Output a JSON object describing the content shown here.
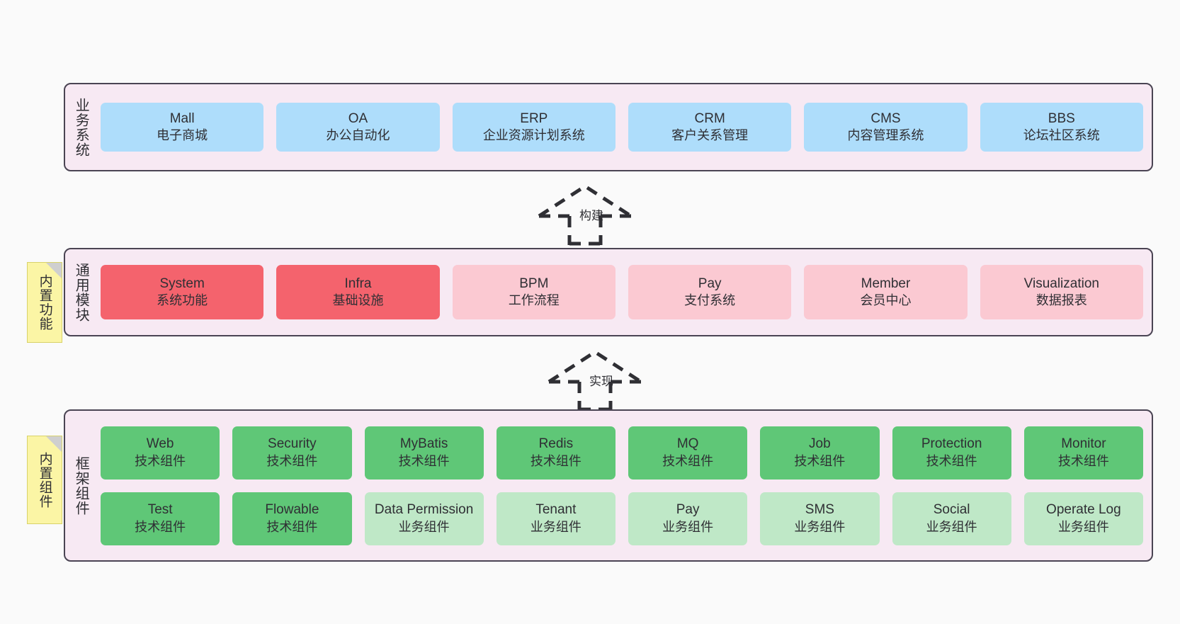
{
  "layers": [
    {
      "id": "business",
      "title": "业务系统",
      "rows": [
        [
          {
            "en": "Mall",
            "cn": "电子商城",
            "color": "blue"
          },
          {
            "en": "OA",
            "cn": "办公自动化",
            "color": "blue"
          },
          {
            "en": "ERP",
            "cn": "企业资源计划系统",
            "color": "blue"
          },
          {
            "en": "CRM",
            "cn": "客户关系管理",
            "color": "blue"
          },
          {
            "en": "CMS",
            "cn": "内容管理系统",
            "color": "blue"
          },
          {
            "en": "BBS",
            "cn": "论坛社区系统",
            "color": "blue"
          }
        ]
      ]
    },
    {
      "id": "common",
      "title": "通用模块",
      "note": "内置功能",
      "rows": [
        [
          {
            "en": "System",
            "cn": "系统功能",
            "color": "red"
          },
          {
            "en": "Infra",
            "cn": "基础设施",
            "color": "red"
          },
          {
            "en": "BPM",
            "cn": "工作流程",
            "color": "pink"
          },
          {
            "en": "Pay",
            "cn": "支付系统",
            "color": "pink"
          },
          {
            "en": "Member",
            "cn": "会员中心",
            "color": "pink"
          },
          {
            "en": "Visualization",
            "cn": "数据报表",
            "color": "pink"
          }
        ]
      ]
    },
    {
      "id": "framework",
      "title": "框架组件",
      "note": "内置组件",
      "rows": [
        [
          {
            "en": "Web",
            "cn": "技术组件",
            "color": "green"
          },
          {
            "en": "Security",
            "cn": "技术组件",
            "color": "green"
          },
          {
            "en": "MyBatis",
            "cn": "技术组件",
            "color": "green"
          },
          {
            "en": "Redis",
            "cn": "技术组件",
            "color": "green"
          },
          {
            "en": "MQ",
            "cn": "技术组件",
            "color": "green"
          },
          {
            "en": "Job",
            "cn": "技术组件",
            "color": "green"
          },
          {
            "en": "Protection",
            "cn": "技术组件",
            "color": "green"
          },
          {
            "en": "Monitor",
            "cn": "技术组件",
            "color": "green"
          }
        ],
        [
          {
            "en": "Test",
            "cn": "技术组件",
            "color": "green"
          },
          {
            "en": "Flowable",
            "cn": "技术组件",
            "color": "green"
          },
          {
            "en": "Data Permission",
            "cn": "业务组件",
            "color": "lightgreen"
          },
          {
            "en": "Tenant",
            "cn": "业务组件",
            "color": "lightgreen"
          },
          {
            "en": "Pay",
            "cn": "业务组件",
            "color": "lightgreen"
          },
          {
            "en": "SMS",
            "cn": "业务组件",
            "color": "lightgreen"
          },
          {
            "en": "Social",
            "cn": "业务组件",
            "color": "lightgreen"
          },
          {
            "en": "Operate Log",
            "cn": "业务组件",
            "color": "lightgreen"
          }
        ]
      ]
    }
  ],
  "connectors": [
    {
      "id": "build",
      "label": "构建",
      "style": "dashed-hollow-arrow-up"
    },
    {
      "id": "impl",
      "label": "实现",
      "style": "dashed-hollow-arrow-up"
    }
  ],
  "colors": {
    "blue": "#aeddfb",
    "red": "#f4636d",
    "pink": "#fbc9d2",
    "green": "#5fc777",
    "lightgreen": "#bfe8c7",
    "layer_bg": "#f7e9f3",
    "layer_border": "#4a4453",
    "note_bg": "#fbf5a5",
    "page_bg": "#fafafa"
  }
}
